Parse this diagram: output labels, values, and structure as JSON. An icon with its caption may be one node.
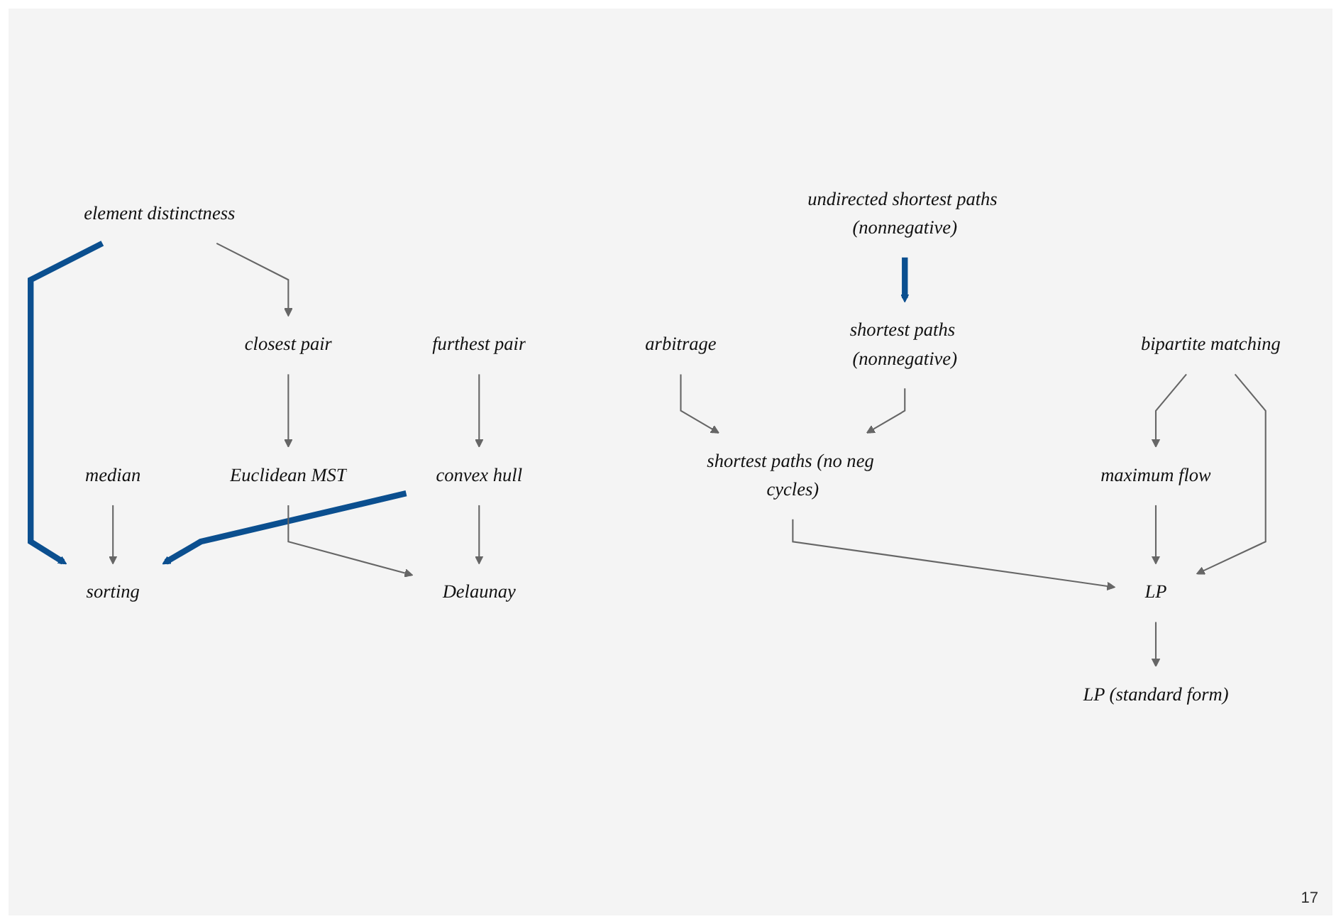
{
  "diagram": {
    "nodes": [
      {
        "text": [
          "furthest pair"
        ]
      },
      {
        "text": [
          "convex hull"
        ]
      },
      {
        "text": [
          "median"
        ]
      },
      {
        "text": [
          "sorting"
        ]
      },
      {
        "text": [
          "element distinctness"
        ]
      },
      {
        "text": [
          "closest pair"
        ]
      },
      {
        "text": [
          "Euclidean MST"
        ]
      },
      {
        "text": [
          "Delaunay"
        ]
      },
      {
        "text": [
          "bipartite matching"
        ]
      },
      {
        "text": [
          "undirected shortest paths (nonnegative)"
        ]
      },
      {
        "text": [
          "shortest paths (nonnegative)"
        ]
      },
      {
        "text": [
          "arbitrage"
        ]
      },
      {
        "text": [
          "maximum flow"
        ]
      },
      {
        "text": [
          "shortest paths (no neg cycles)"
        ]
      },
      {
        "text": [
          "LP"
        ]
      },
      {
        "text": [
          "LP (standard form)"
        ]
      }
    ],
    "edges": [
      {
        "from": 0,
        "to": 1,
        "arrow": "to"
      },
      {
        "from": 1,
        "to": 3,
        "arrow": "to",
        "style": "thick",
        "color": "#0b4f8f"
      },
      {
        "from": 1,
        "to": 7,
        "arrow": "to"
      },
      {
        "from": 2,
        "to": 3,
        "arrow": "to"
      },
      {
        "from": 4,
        "to": 3,
        "arrow": "to",
        "style": "thick",
        "color": "#0b4f8f"
      },
      {
        "from": 4,
        "to": 5,
        "arrow": "to"
      },
      {
        "from": 5,
        "to": 6,
        "arrow": "to"
      },
      {
        "from": 6,
        "to": 7,
        "arrow": "to"
      },
      {
        "from": 9,
        "to": 10,
        "arrow": "to",
        "style": "thick",
        "color": "#0b4f8f"
      },
      {
        "from": 8,
        "to": 12,
        "arrow": "to"
      },
      {
        "from": 8,
        "to": 14,
        "arrow": "to"
      },
      {
        "from": 10,
        "to": 13,
        "arrow": "to"
      },
      {
        "from": 11,
        "to": 13,
        "arrow": "to"
      },
      {
        "from": 12,
        "to": 14,
        "arrow": "to"
      },
      {
        "from": 13,
        "to": 14,
        "arrow": "to"
      },
      {
        "from": 14,
        "to": 15,
        "arrow": "to"
      }
    ],
    "labels": [
      "17"
    ]
  }
}
